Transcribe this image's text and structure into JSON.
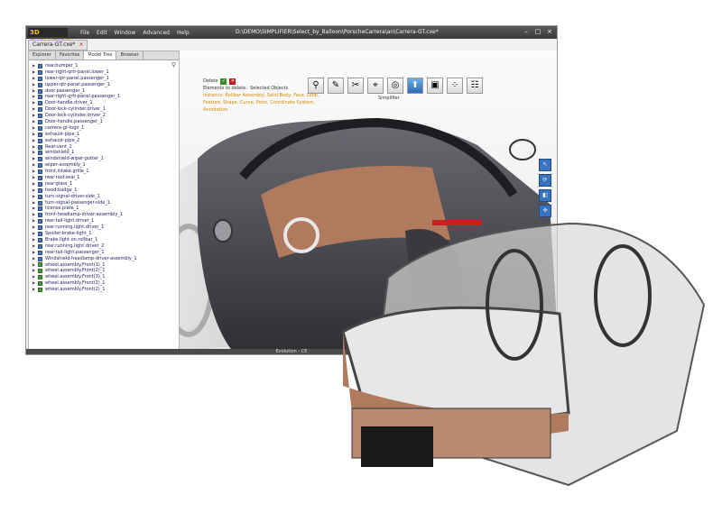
{
  "app": {
    "logo_text": "3D EVOLUTION",
    "title_path": "D:\\DEMO\\SIMPLIFIER\\Select_by_Balloon\\PorscheCarrera\\an\\Carrera-GT.cxe*",
    "menu": [
      "File",
      "Edit",
      "Window",
      "Advanced",
      "Help"
    ],
    "window_controls": [
      "–",
      "□",
      "×"
    ]
  },
  "document_tab": {
    "label": "Carrera-GT.cxe*",
    "close": "×"
  },
  "left_panel": {
    "tabs": [
      "Explorer",
      "Favorites",
      "Model Tree",
      "Browser"
    ],
    "active_tab": "Model Tree",
    "tree_items": [
      "rear.bumper_1",
      "rear-right-qrtr-panel.lower_1",
      "lower-qtr-panel.passenger_1",
      "upper-qtr-panel.passenger_1",
      "door.passenger_1",
      "rear-right-qrtr-panel.passenger_1",
      "Door-handle.driver_1",
      "Door-lock-cylinder.driver_1",
      "Door-lock-cylinder.driver_2",
      "Door-handle.passenger_1",
      "carrera-gt-logo_1",
      "exhaust-pipe_1",
      "exhaust-pipe_2",
      "Rear-vent_1",
      "windshield_1",
      "windshield-wiper-gutter_1",
      "wiper-assembly_1",
      "front.intake.grille_1",
      "rear-roof.seal_1",
      "rear-glass_1",
      "hood.badge_1",
      "turn-signal-driver-side_1",
      "turn-signal-passenger-side_1",
      "license.plate_1",
      "front-headlamp-driver-assembly_1",
      "rear-tail-light.driver_1",
      "rear.running.light.driver_1",
      "Spoiler-brake-light_1",
      "Brake.light.on.rollbar_1",
      "rear.running.light.driver_2",
      "rear-tail-light.passenger_1",
      "Windshield-headlamp-driver-assembly_1",
      "wheel.assembly.Front(1)_1",
      "wheel.assembly.Front(2)_1",
      "wheel.assembly.Front(3)_1",
      "wheel.assembly.Front(2)_1",
      "wheel.assembly.Front(2)_1"
    ]
  },
  "delete_panel": {
    "title": "Delete",
    "ok": "✓",
    "cancel": "✕",
    "elements_label": "Elements to delete:",
    "elements_value": "Selected Objects",
    "warning_line1": "Instance: Rollbar Assembly, Solid Body, Face, Loop,",
    "warning_line2": "Feature, Shape, Curve, Point, Coordinate System,",
    "warning_link": "Annotation"
  },
  "toolbar": {
    "icons": [
      "magnifier-icon",
      "pen-icon",
      "scissors-icon",
      "split-icon",
      "simplify-icon",
      "upload-icon",
      "shell-icon",
      "dots-icon",
      "tree-icon"
    ],
    "simplifier_label": "Simplifier"
  },
  "vertical_tools": [
    "select-icon",
    "rotate-icon",
    "view-icon",
    "fit-icon"
  ],
  "status": {
    "text": "Evolution - CE"
  },
  "colors": {
    "titlebar": "#3a3a3a",
    "accent": "#2a6ab8",
    "warning": "#d08a00",
    "car_body": "#4a4a52",
    "interior": "#b07a5e"
  }
}
